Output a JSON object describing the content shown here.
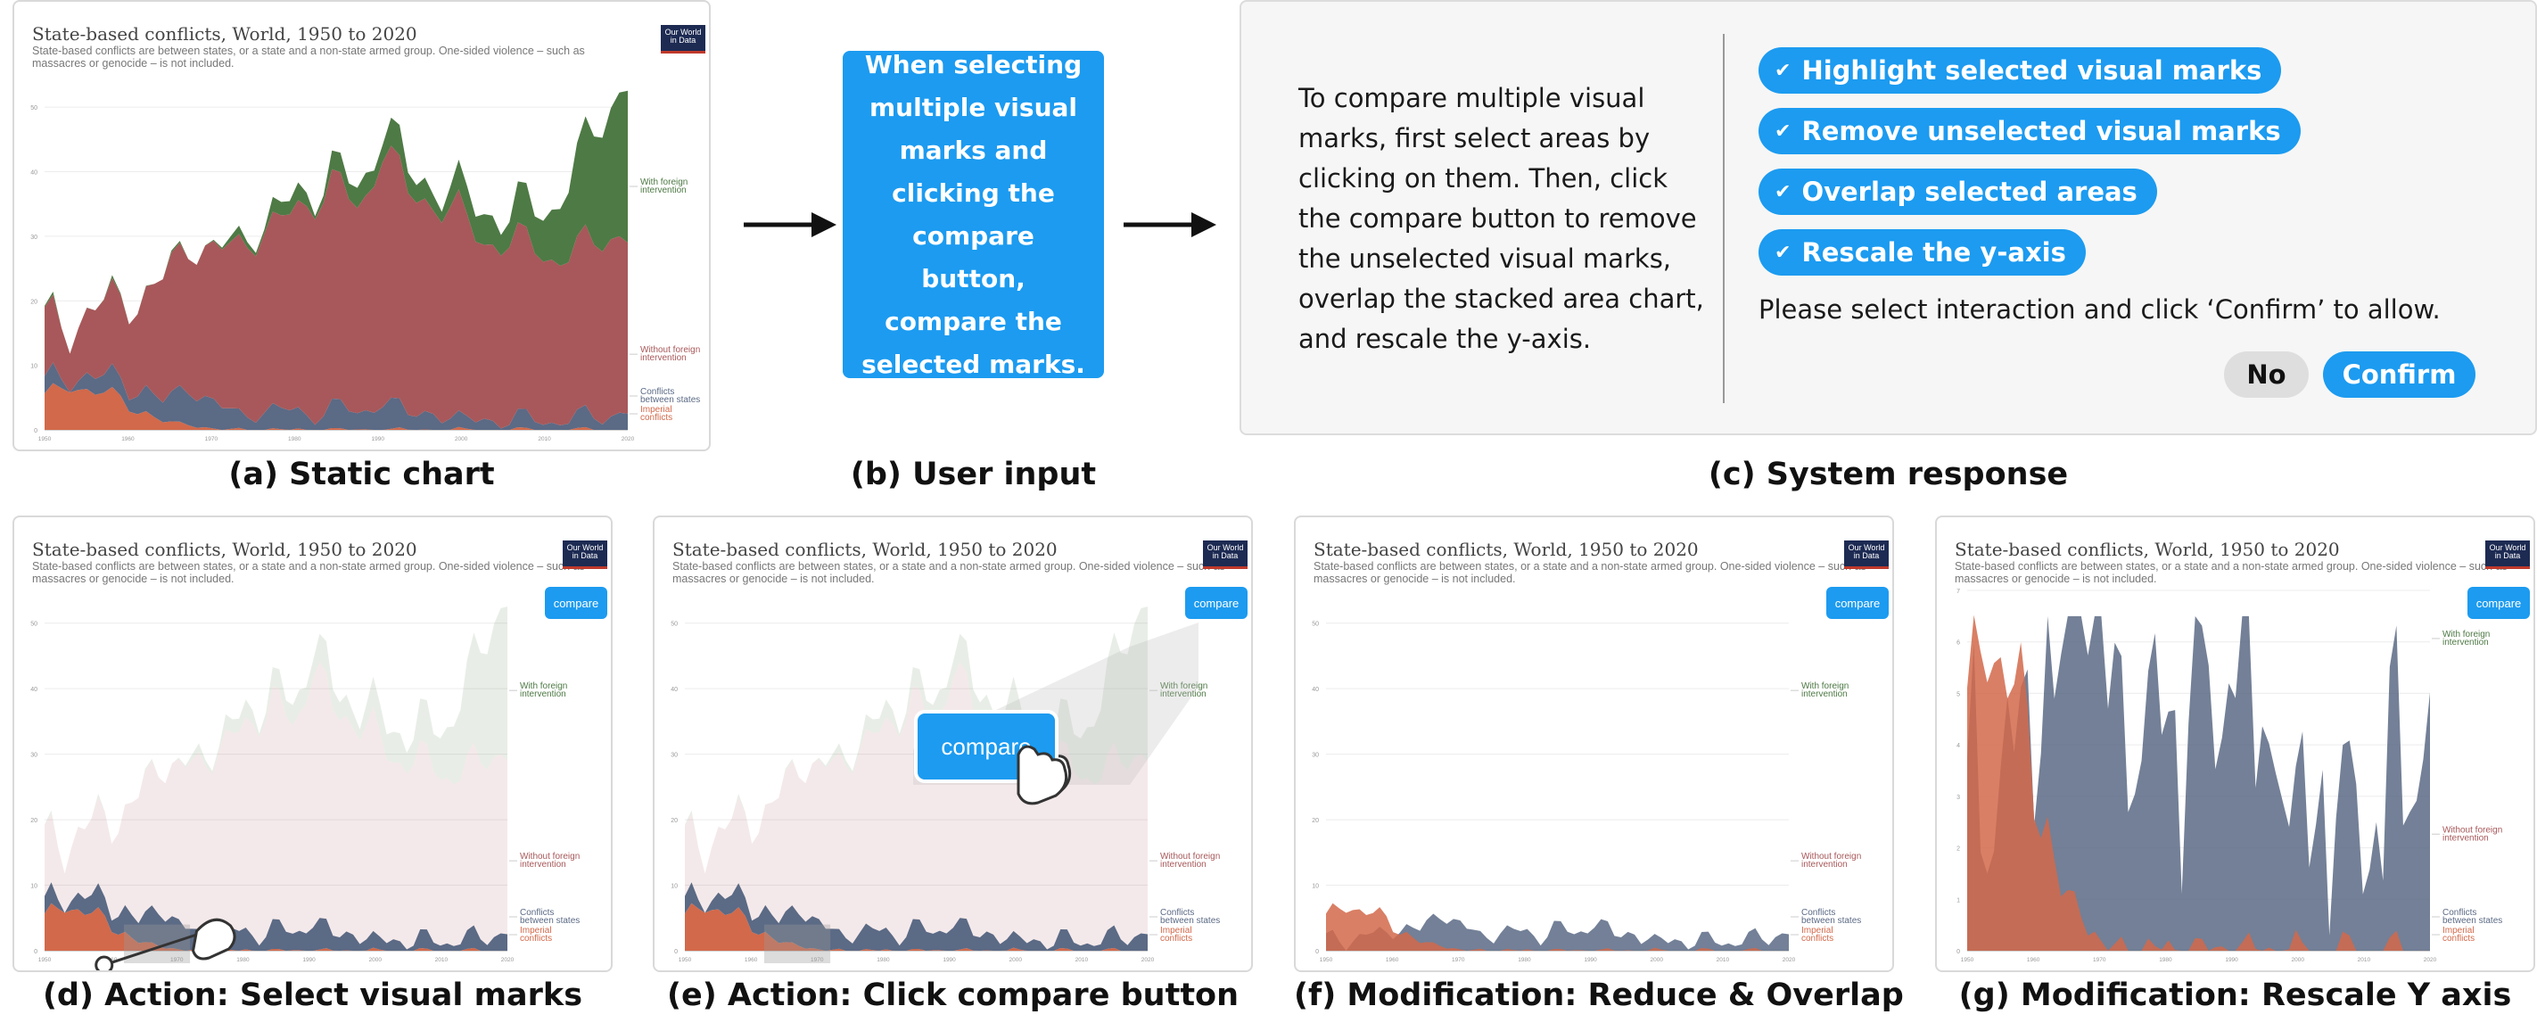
{
  "chart": {
    "title": "State-based conflicts, World, 1950 to 2020",
    "subtitle_line1": "State-based conflicts are between states, or a state and a non-state armed group. One-sided violence – such as",
    "subtitle_line2": "massacres or genocide – is not included.",
    "logo_line1": "Our World",
    "logo_line2": "in Data",
    "compare_label": "compare",
    "legend": {
      "foreign_1": "With foreign",
      "foreign_2": "intervention",
      "without_1": "Without foreign",
      "without_2": "intervention",
      "between_1": "Conflicts",
      "between_2": "between states",
      "imperial_1": "Imperial",
      "imperial_2": "conflicts"
    },
    "y_ticks": [
      "0",
      "10",
      "20",
      "30",
      "40",
      "50"
    ],
    "y_ticks_rescaled": [
      "0",
      "1",
      "2",
      "3",
      "4",
      "5",
      "6",
      "7"
    ],
    "x_ticks": [
      "1950",
      "1960",
      "1970",
      "1980",
      "1990",
      "2000",
      "2010",
      "2020"
    ],
    "colors": {
      "foreign": "#4e7a45",
      "without": "#a8585a",
      "between": "#5b6a85",
      "imperial": "#d2694a",
      "accent": "#1c9bf0"
    }
  },
  "chart_data": {
    "type": "area",
    "title": "State-based conflicts, World, 1950 to 2020",
    "x": [
      1950,
      1953,
      1956,
      1959,
      1962,
      1965,
      1968,
      1971,
      1974,
      1977,
      1980,
      1983,
      1986,
      1989,
      1992,
      1995,
      1998,
      2001,
      2004,
      2007,
      2010,
      2013,
      2016,
      2019,
      2020
    ],
    "ylim": [
      0,
      55
    ],
    "stacked": true,
    "series": [
      {
        "name": "Imperial conflicts",
        "values": [
          5,
          7,
          6,
          5,
          3,
          1,
          1,
          0,
          0,
          0,
          0,
          0,
          0,
          0,
          0,
          0,
          0,
          0,
          0,
          0,
          0,
          0,
          0,
          0,
          0
        ]
      },
      {
        "name": "Conflicts between states",
        "values": [
          2,
          1,
          3,
          2,
          4,
          3,
          6,
          4,
          2,
          3,
          3,
          2,
          4,
          2,
          5,
          2,
          3,
          1,
          2,
          1,
          2,
          1,
          2,
          2,
          3
        ]
      },
      {
        "name": "Without foreign intervention",
        "values": [
          10,
          7,
          11,
          12,
          14,
          20,
          22,
          24,
          26,
          28,
          30,
          33,
          35,
          31,
          40,
          34,
          32,
          33,
          27,
          28,
          27,
          25,
          26,
          28,
          27
        ]
      },
      {
        "name": "With foreign intervention",
        "values": [
          0,
          0,
          0,
          0,
          0,
          0,
          0,
          0,
          1,
          1,
          2,
          2,
          2,
          3,
          4,
          3,
          3,
          3,
          5,
          4,
          6,
          8,
          14,
          19,
          24
        ]
      }
    ],
    "rescaled_ylim": [
      0,
      7
    ]
  },
  "flow": {
    "user_input": "When selecting multiple visual marks and clicking the compare button, compare the selected marks.",
    "system_text": "To compare multiple visual marks, first select areas by clicking on them. Then, click the compare button to remove the unselected visual marks, overlap the stacked area chart, and rescale the y-axis.",
    "options": [
      "Highlight selected visual marks",
      "Remove unselected visual marks",
      "Overlap selected areas",
      "Rescale the y-axis"
    ],
    "prompt": "Please select interaction and click ‘Confirm’ to allow.",
    "no_label": "No",
    "confirm_label": "Confirm"
  },
  "captions": {
    "a": "(a) Static chart",
    "b": "(b) User input",
    "c": "(c) System response",
    "d": "(d) Action: Select visual marks",
    "e": "(e) Action: Click compare button",
    "f": "(f) Modification: Reduce & Overlap",
    "g": "(g) Modification: Rescale Y axis"
  },
  "icons": {
    "check": "check-icon",
    "arrow": "arrow-right-icon",
    "hand": "hand-cursor-icon"
  }
}
